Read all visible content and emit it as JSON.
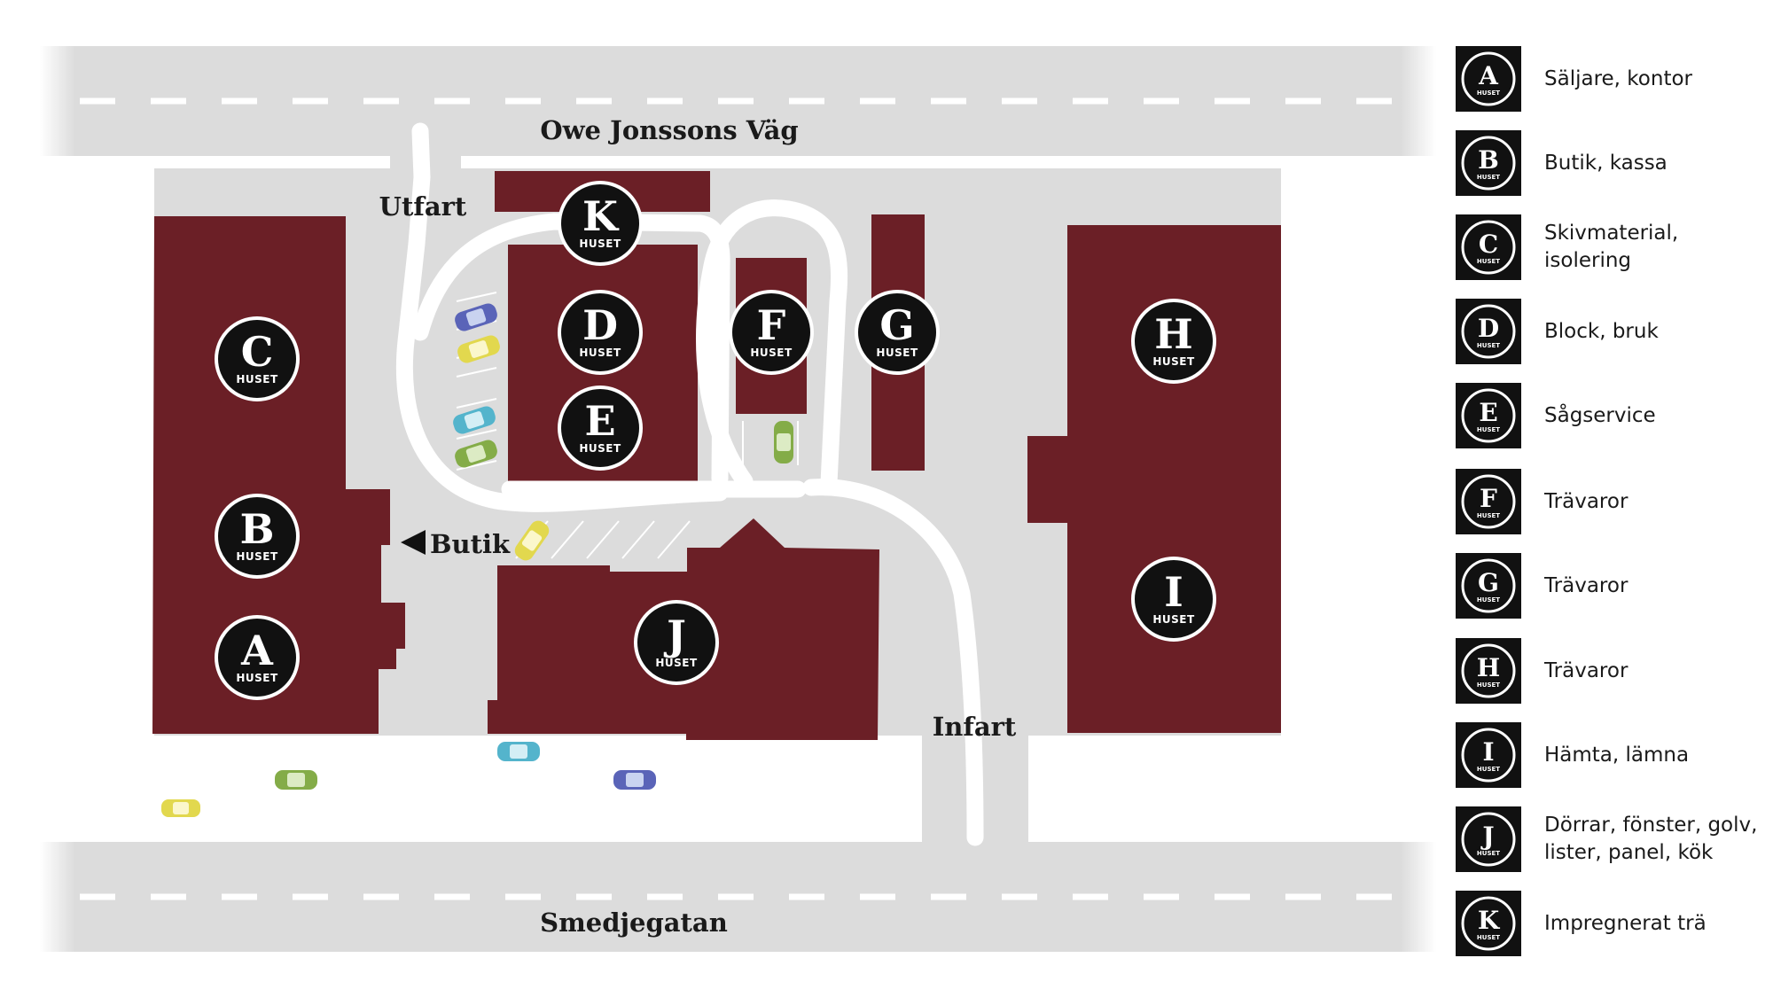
{
  "streets": {
    "top": "Owe Jonssons Väg",
    "bottom": "Smedjegatan"
  },
  "labels": {
    "exit": "Utfart",
    "entry": "Infart",
    "shop": "Butik"
  },
  "marker_suffix": "HUSET",
  "markers": [
    {
      "letter": "A"
    },
    {
      "letter": "B"
    },
    {
      "letter": "C"
    },
    {
      "letter": "D"
    },
    {
      "letter": "E"
    },
    {
      "letter": "F"
    },
    {
      "letter": "G"
    },
    {
      "letter": "H"
    },
    {
      "letter": "I"
    },
    {
      "letter": "J"
    },
    {
      "letter": "K"
    }
  ],
  "legend": [
    {
      "letter": "A",
      "text": "Säljare, kontor"
    },
    {
      "letter": "B",
      "text": "Butik, kassa"
    },
    {
      "letter": "C",
      "text": "Skivmaterial, isolering"
    },
    {
      "letter": "D",
      "text": "Block, bruk"
    },
    {
      "letter": "E",
      "text": "Sågservice"
    },
    {
      "letter": "F",
      "text": "Trävaror"
    },
    {
      "letter": "G",
      "text": "Trävaror"
    },
    {
      "letter": "H",
      "text": "Trävaror"
    },
    {
      "letter": "I",
      "text": "Hämta, lämna"
    },
    {
      "letter": "J",
      "text": "Dörrar, fönster, golv,\nlister, panel, kök"
    },
    {
      "letter": "K",
      "text": "Impregnerat trä"
    }
  ],
  "colors": {
    "building": "#6b1f26",
    "ground": "#dcdcdc",
    "marker": "#111111",
    "drive_path": "#ffffff"
  },
  "icons": {
    "shop_pointer": "arrow-left-icon"
  }
}
